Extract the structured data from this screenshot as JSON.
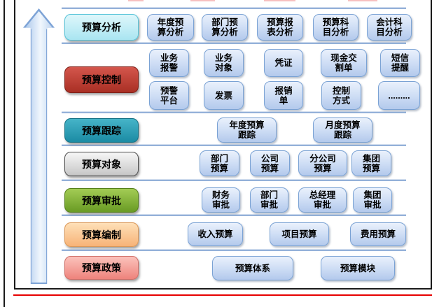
{
  "diagram": {
    "rows": [
      {
        "label": "预算分析",
        "items": [
          "年度预\n算分析",
          "部门预\n算分析",
          "预算报\n表分析",
          "预算科\n目分析",
          "会计科\n目分析"
        ]
      },
      {
        "label": "预算控制",
        "items": [
          "业务\n报警",
          "业务\n对象",
          "凭证",
          "现金交\n割单",
          "短信\n提醒",
          "预警\n平台",
          "发票",
          "报销\n单",
          "控制\n方式",
          "........."
        ]
      },
      {
        "label": "预算跟踪",
        "items": [
          "年度预算\n跟踪",
          "月度预算\n跟踪"
        ]
      },
      {
        "label": "预算对象",
        "items": [
          "部门\n预算",
          "公司\n预算",
          "分公司\n预算",
          "集团\n预算"
        ]
      },
      {
        "label": "预算审批",
        "items": [
          "财务\n审批",
          "部门\n审批",
          "总经理\n审批",
          "集团\n审批"
        ]
      },
      {
        "label": "预算编制",
        "items": [
          "收入预算",
          "项目预算",
          "费用预算"
        ]
      },
      {
        "label": "预算政策",
        "items": [
          "预算体系",
          "预算模块"
        ]
      }
    ],
    "palette": {
      "analysis": "#a9e5f1",
      "control": "#bd3b32",
      "tracking": "#2a9cb4",
      "object": "#d8d8d8",
      "approval": "#7fad36",
      "compilation": "#fbc98f",
      "policy": "#f4948c",
      "item_blue": "#cfdef5",
      "divider_blue": "#94b1d9",
      "underline_red": "#e60000"
    }
  }
}
